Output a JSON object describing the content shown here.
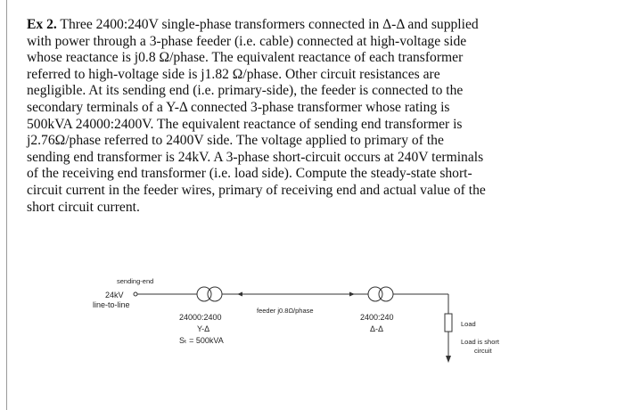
{
  "problem": {
    "label": "Ex 2.",
    "lines": [
      " Three 2400:240V single-phase transformers connected in Δ-Δ and supplied",
      "with power through a 3-phase feeder (i.e. cable) connected at high-voltage side",
      "whose reactance is j0.8 Ω/phase. The equivalent reactance of each transformer",
      "referred to high-voltage side is j1.82 Ω/phase. Other circuit resistances are",
      "negligible. At its sending end (i.e. primary-side),  the feeder is connected to the",
      "secondary terminals of a Y-Δ connected 3-phase transformer whose rating is",
      "500kVA 24000:2400V. The equivalent reactance of sending end transformer is",
      "j2.76Ω/phase referred to 2400V side. The voltage applied to primary of the",
      "sending end transformer is 24kV.  A 3-phase short-circuit occurs at 240V terminals",
      "of the receiving end transformer (i.e. load side). Compute the steady-state short-",
      "circuit current in the feeder wires, primary of receiving end and actual value of the",
      "short circuit current."
    ]
  },
  "diagram": {
    "sending_end_label": "sending-end",
    "source_voltage": "24kV",
    "source_type": "line-to-line",
    "t1_ratio": "24000:2400",
    "t1_connection": "Y-Δ",
    "t1_rating": "Sₜ = 500kVA",
    "feeder_label": "feeder j0.8Ω/phase",
    "t2_ratio": "2400:240",
    "t2_connection": "Δ-Δ",
    "load_label": "Load",
    "fault_label_1": "Load is short",
    "fault_label_2": "circuit"
  }
}
